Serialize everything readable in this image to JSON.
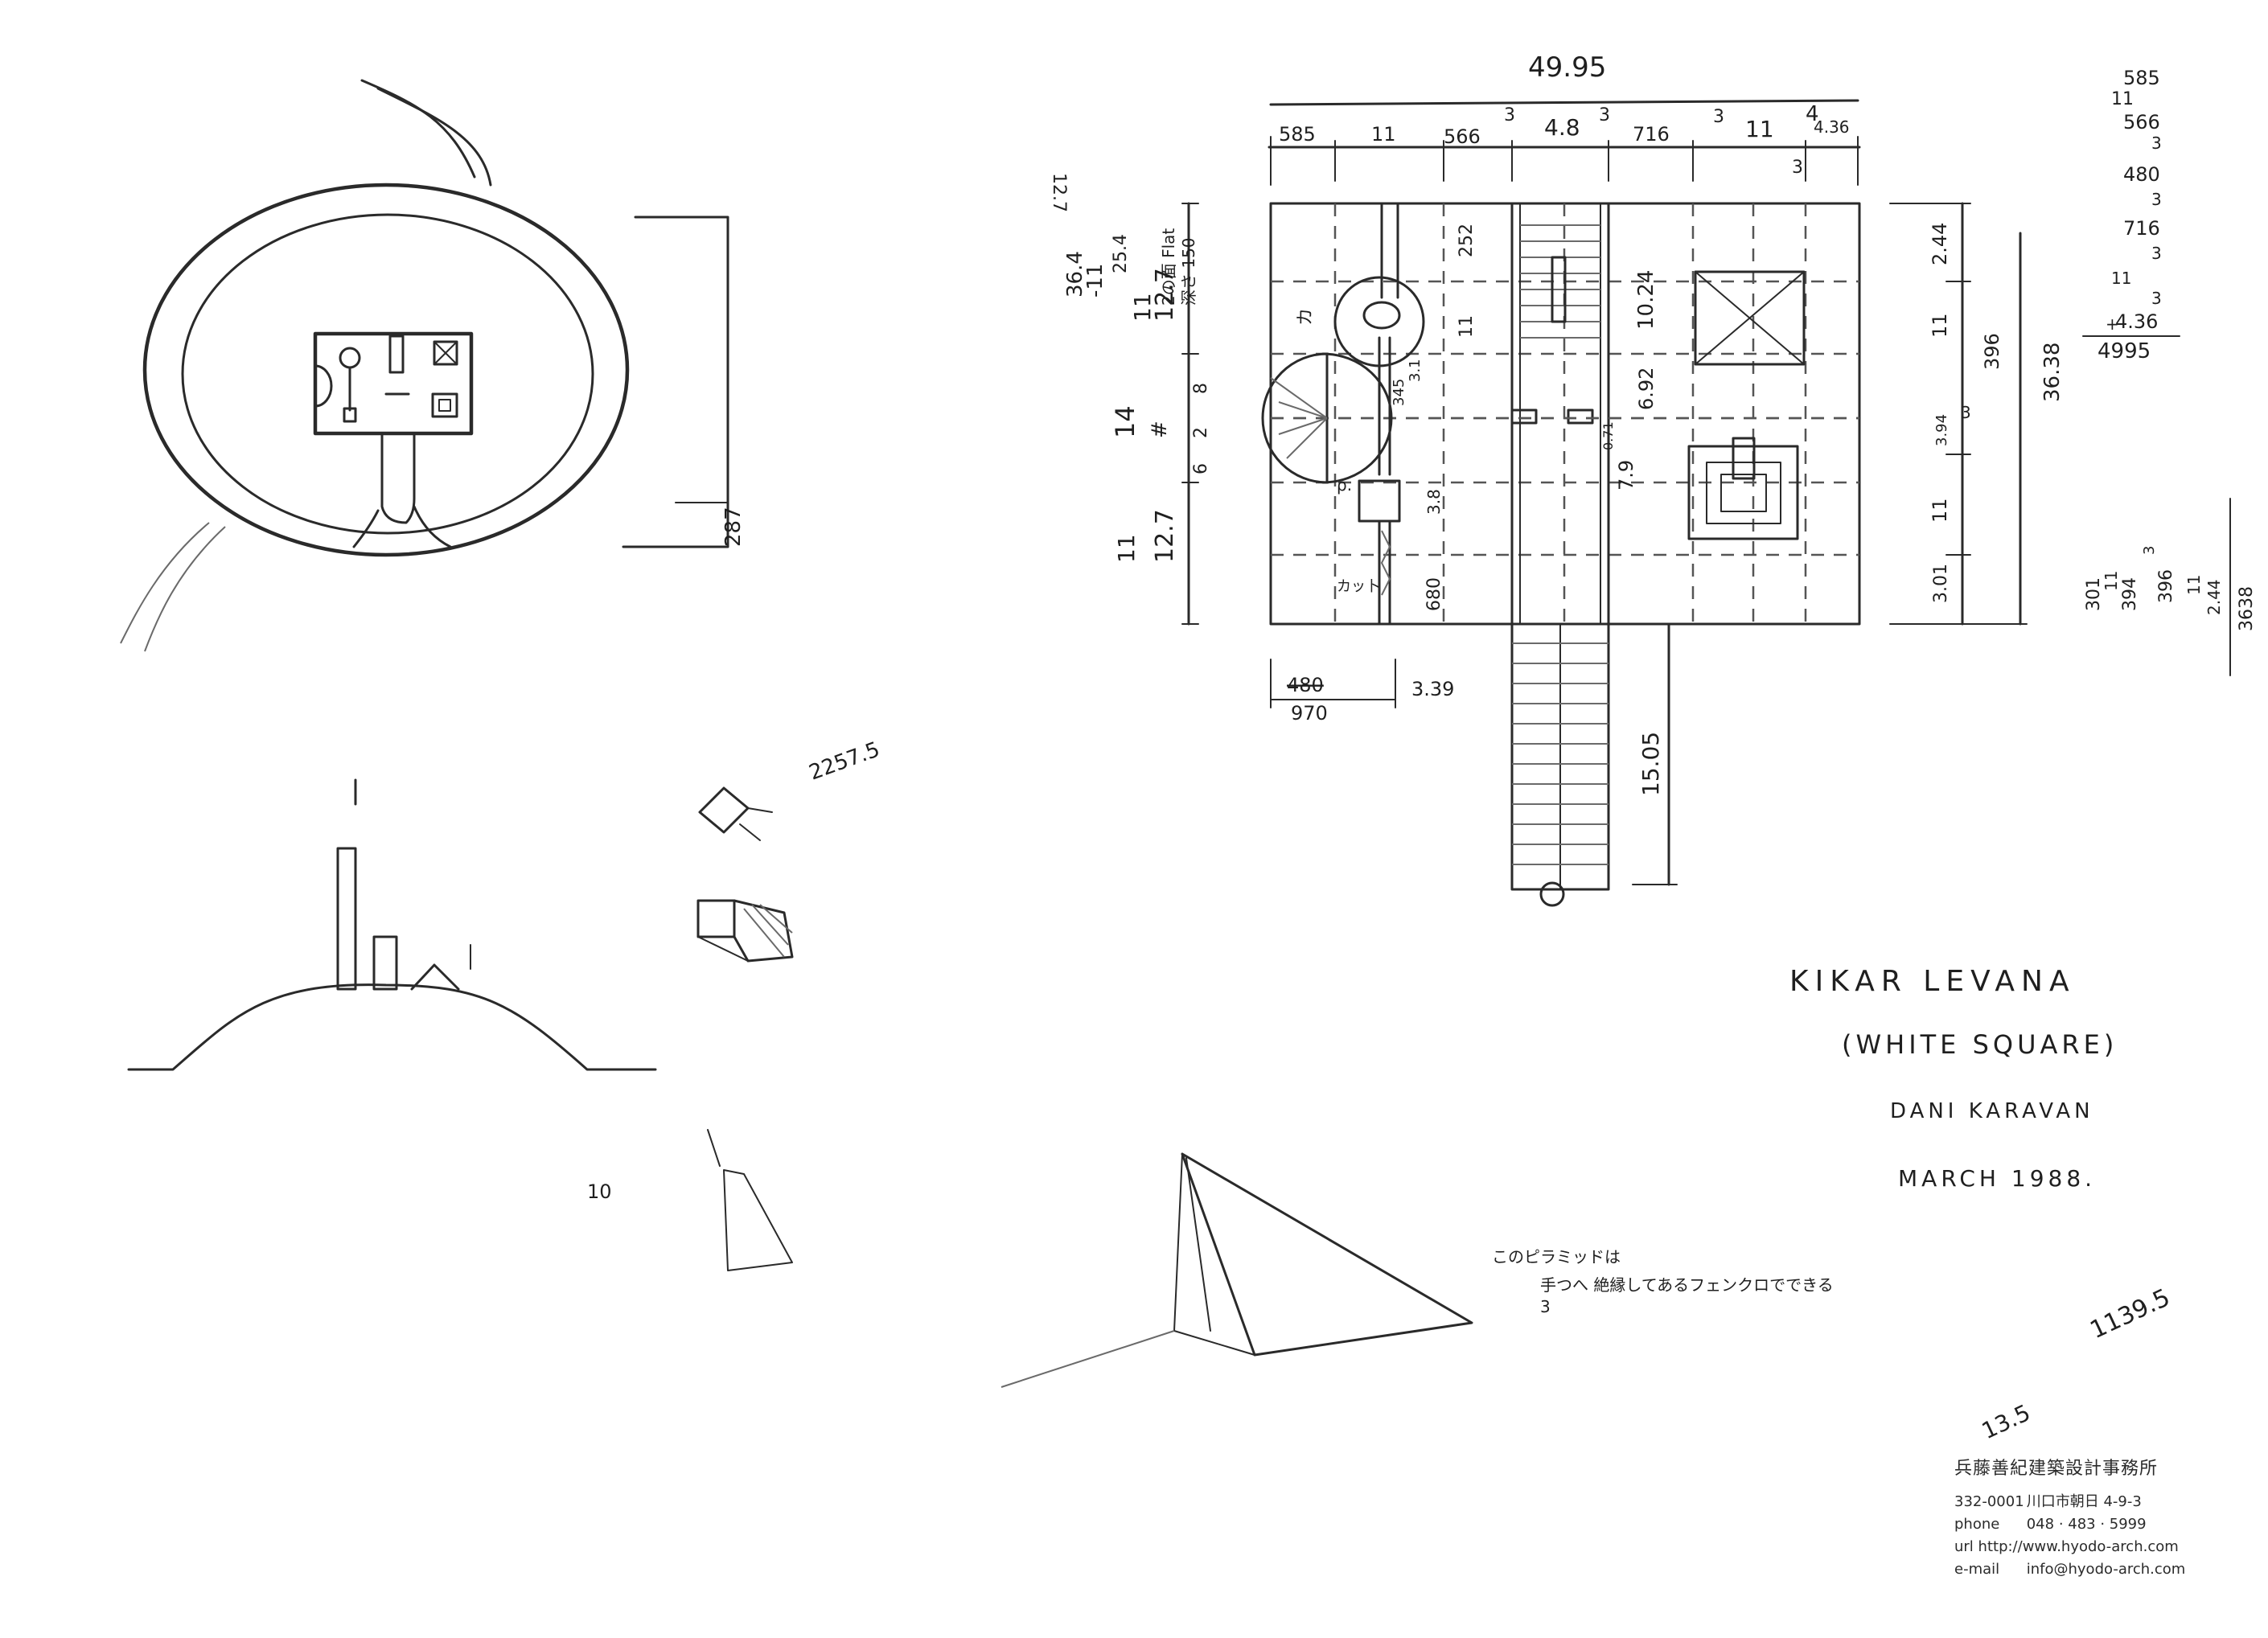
{
  "title_block": {
    "title": "KIKAR LEVANA",
    "subtitle": "(WHITE SQUARE)",
    "author": "DANI KARAVAN",
    "date": "MARCH 1988."
  },
  "note": {
    "line1": "このピラミッドは",
    "line2": "手つへ 絶縁してあるフェンクロでできる",
    "num": "3"
  },
  "office": {
    "name": "兵藤善紀建築設計事務所",
    "address_code": "332-0001",
    "address": "川口市朝日 4-9-3",
    "phone_label": "phone",
    "phone": "048 · 483 · 5999",
    "url_label": "url",
    "url": "http://www.hyodo-arch.com",
    "email_label": "e-mail",
    "email": "info@hyodo-arch.com"
  },
  "plan_dims": {
    "overall": "49.95",
    "top_segments": [
      "585",
      "11",
      "566",
      "3",
      "4.8",
      "3",
      "716",
      "3",
      "11",
      "4",
      "4.36",
      "3"
    ],
    "left_total": "36.4",
    "left_minus": "-11",
    "left_result": "25.4",
    "left_a": "12.7",
    "left_b": "11",
    "left_c": "14",
    "left_d": "12.7",
    "left_e": "11",
    "left_small": [
      "8",
      "2",
      "6",
      "#"
    ],
    "inner": [
      "252",
      "11",
      "3.8",
      "680",
      "10.24",
      "6.92",
      "7.9",
      "0.71",
      "345",
      "3.1"
    ],
    "right": [
      "2.44",
      "11",
      "396",
      "36.38",
      "3",
      "3.94",
      "11",
      "3.01"
    ],
    "bottom": [
      "480",
      "970",
      "3.39"
    ],
    "stair": "15.05",
    "flat_note": "2の面 Flat",
    "flat_note2": "深さ 150",
    "pk": "ρ.",
    "ka": "カ",
    "kakko": "カッ卜"
  },
  "side_calc": {
    "col1": [
      "585",
      "11",
      "566",
      "3",
      "480",
      "3",
      "716",
      "3",
      "11",
      "3",
      "4.36",
      "4995"
    ],
    "plus": "+",
    "col2": [
      "301",
      "11",
      "394",
      "3",
      "396",
      "11",
      "2.44",
      "3638"
    ]
  },
  "misc": {
    "n1": "2257.5",
    "n2": "1139.5",
    "n3": "13.5",
    "n4": "12.7",
    "n5": "10",
    "n6": "287"
  }
}
